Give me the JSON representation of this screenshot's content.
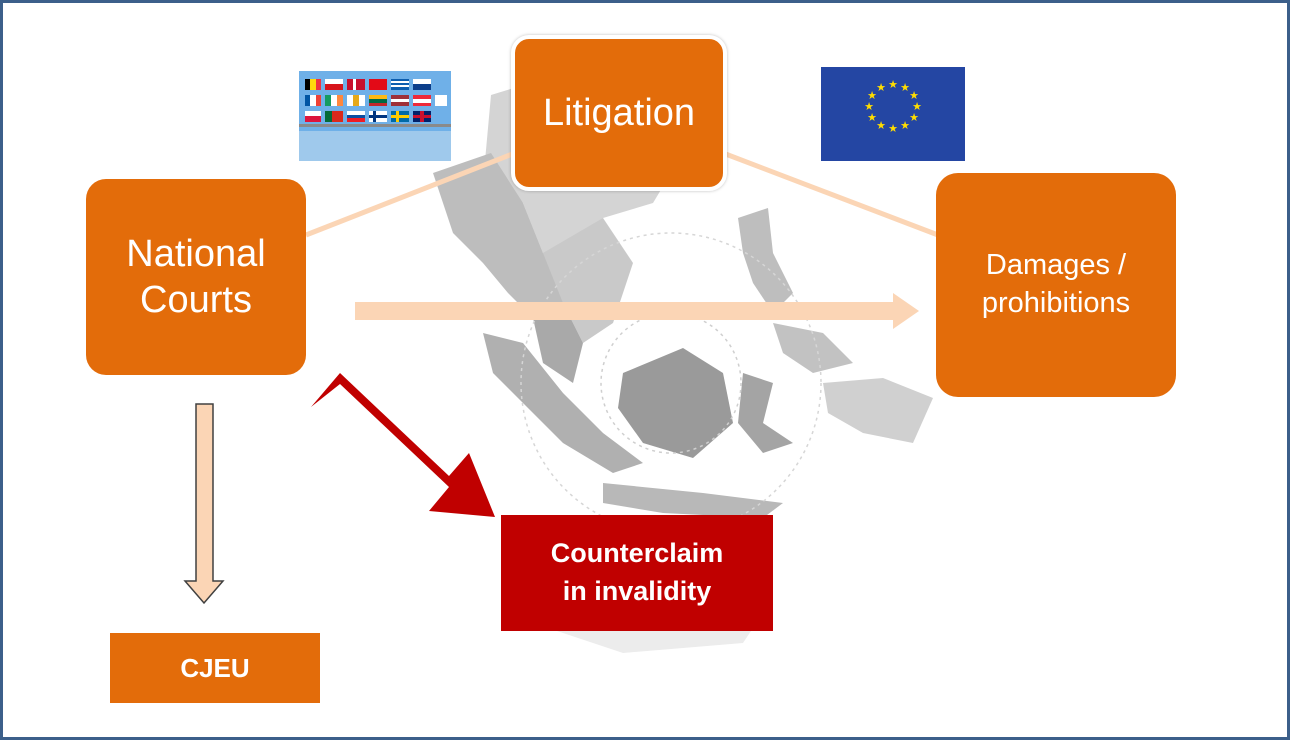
{
  "boxes": {
    "litigation": "Litigation",
    "national_courts": "National\nCourts",
    "damages": "Damages /\nprohibitions",
    "cjeu": "CJEU",
    "counterclaim": "Counterclaim\nin invalidity"
  },
  "colors": {
    "orange": "#e36c0a",
    "dark_red": "#c00000",
    "peach": "#fbd5b5",
    "border_blue": "#3c5f8a",
    "eu_blue": "#2446a3",
    "eu_star": "#ffdd00"
  },
  "images": {
    "member_state_flags": "flags-collage",
    "eu_flag": "eu-flag",
    "background": "southeast-asia-map"
  }
}
